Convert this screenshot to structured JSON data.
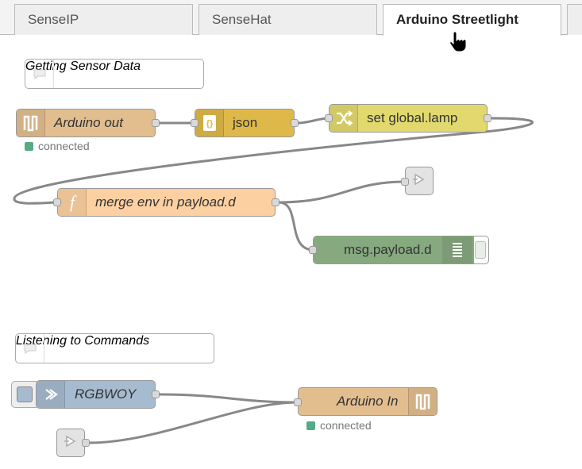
{
  "tabs": [
    {
      "label": "SenseIP"
    },
    {
      "label": "SenseHat"
    },
    {
      "label": "Arduino Streetlight",
      "active": true
    }
  ],
  "colors": {
    "serial": "#e2be8f",
    "json": "#deb949",
    "change": "#e2d96e",
    "function": "#fdd0a2",
    "debug": "#87a980",
    "link": "#a6bbcf",
    "status_connected": "#5a8"
  },
  "comments": [
    {
      "label": "Getting Sensor Data"
    },
    {
      "label": "Listening to Commands"
    }
  ],
  "nodes": {
    "arduino_out": {
      "label": "Arduino out",
      "icon": "serial-icon",
      "status": "connected"
    },
    "json": {
      "label": "json",
      "icon": "json-icon"
    },
    "set_global": {
      "label": "set global.lamp",
      "icon": "shuffle-icon"
    },
    "merge": {
      "label": "merge env in payload.d",
      "icon": "function-icon"
    },
    "debug": {
      "label": "msg.payload.d",
      "icon": "list-icon"
    },
    "rgbwoy": {
      "label": "RGBWOY",
      "icon": "inject-icon"
    },
    "arduino_in": {
      "label": "Arduino In",
      "icon": "serial-icon",
      "status": "connected"
    }
  }
}
